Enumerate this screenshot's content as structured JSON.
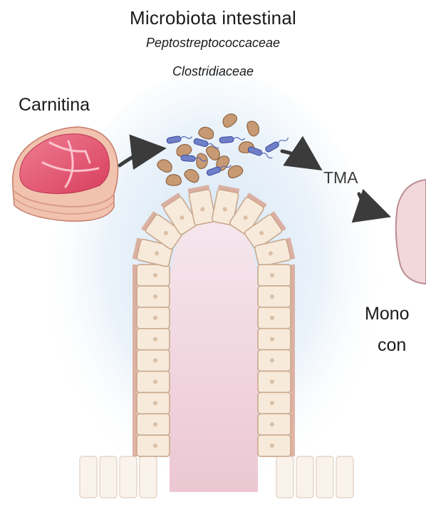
{
  "diagram": {
    "title": "Microbiota intestinal",
    "bacteria_families": [
      "Peptostreptococcaceae",
      "Clostridiaceae"
    ],
    "input_label": "Carnitina",
    "product_label": "TMA",
    "cut_off_label_lines": [
      "Mono",
      "con"
    ]
  },
  "colors": {
    "meat": "#e04e6a",
    "fat": "#f3c9b6",
    "bacteria_brown": "#c79a73",
    "bacteria_blue": "#6f7fc8",
    "cell_fill": "#f7eadb",
    "cell_outline": "#c9a88d",
    "villus_core": "#f1d6dc",
    "glow": "#dbeaf6",
    "arrow": "#3b3b3b",
    "organ": "#f0d4d6"
  },
  "icons": [
    "meat-icon",
    "bacteria-cluster-icon",
    "organ-icon",
    "villus-illustration"
  ]
}
